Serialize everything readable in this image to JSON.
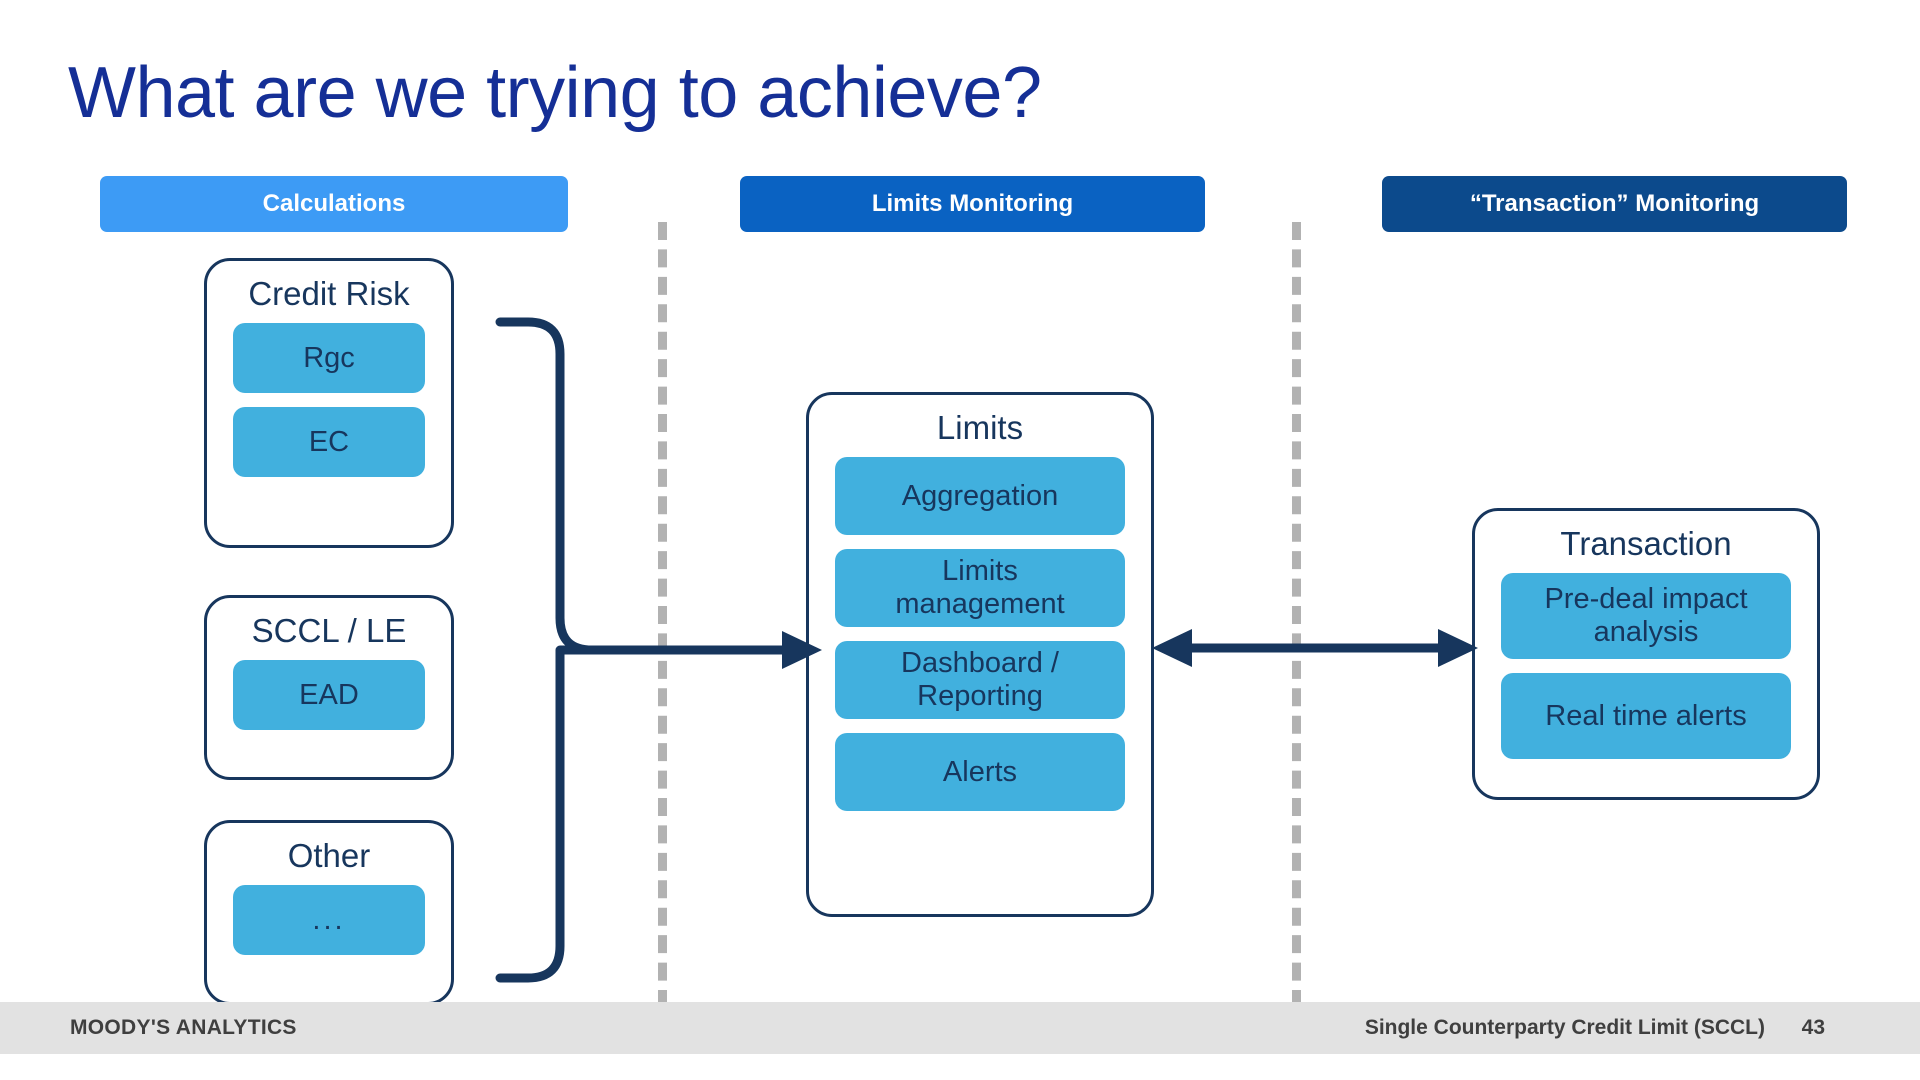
{
  "slide": {
    "title": "What are we trying to achieve?",
    "title_color": "#152f96",
    "background": "#ffffff"
  },
  "columns": [
    {
      "banner_label": "Calculations",
      "banner_color": "#3d9bf5"
    },
    {
      "banner_label": "Limits Monitoring",
      "banner_color": "#0a62c2"
    },
    {
      "banner_label": "“Transaction” Monitoring",
      "banner_color": "#0c4a8c"
    }
  ],
  "cards": {
    "credit_risk": {
      "title": "Credit Risk",
      "items": [
        "Rgc",
        "EC"
      ]
    },
    "sccl_le": {
      "title": "SCCL / LE",
      "items": [
        "EAD"
      ]
    },
    "other": {
      "title": "Other",
      "items": [
        "..."
      ]
    },
    "limits": {
      "title": "Limits",
      "items": [
        "Aggregation",
        "Limits\nmanagement",
        "Dashboard /\nReporting",
        "Alerts"
      ]
    },
    "transaction": {
      "title": "Transaction",
      "items": [
        "Pre-deal impact\nanalysis",
        "Real time alerts"
      ]
    }
  },
  "style": {
    "card_border_color": "#17365d",
    "chip_color": "#41b0de",
    "chip_text_color": "#17365d",
    "connector_color": "#17365d",
    "divider_color": "#b2b2b2",
    "footer_background": "#e2e2e2"
  },
  "footer": {
    "brand": "MOODY'S ANALYTICS",
    "deck_title": "Single Counterparty Credit Limit (SCCL)",
    "page_number": "43"
  }
}
